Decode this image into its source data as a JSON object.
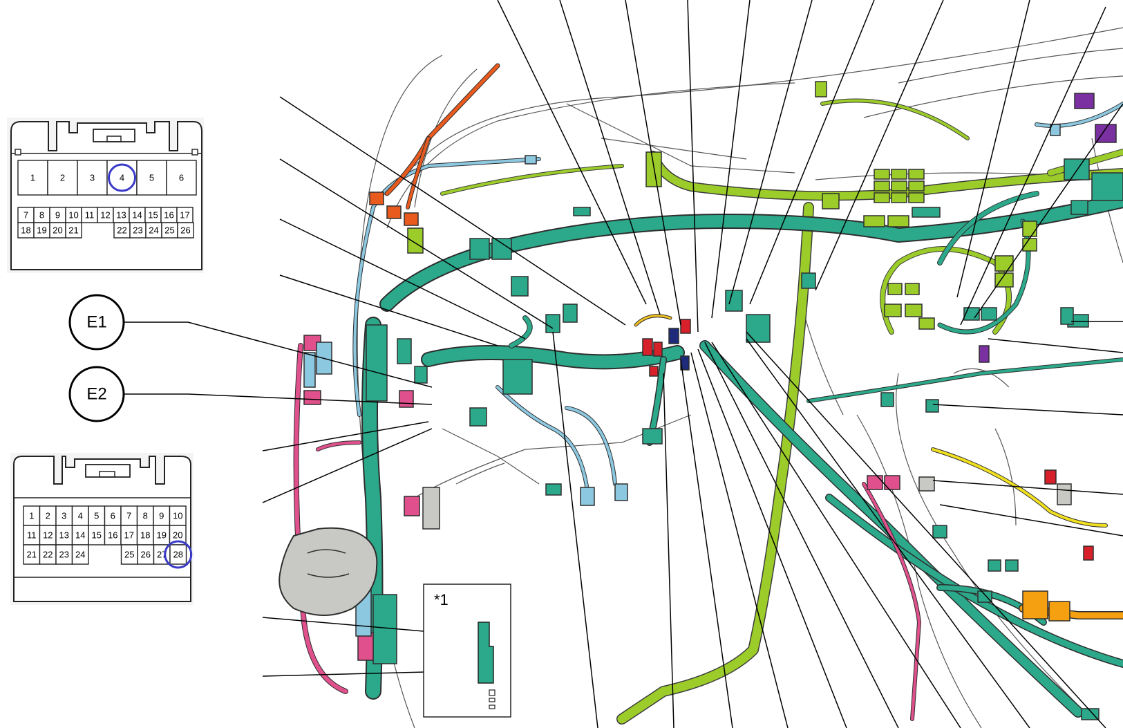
{
  "connector_a": {
    "top_row": [
      "1",
      "2",
      "3",
      "4",
      "5",
      "6"
    ],
    "mid_row": [
      "7",
      "8",
      "9",
      "10",
      "11",
      "12",
      "13",
      "14",
      "15",
      "16",
      "17"
    ],
    "bottom_row_left": [
      "18",
      "19",
      "20",
      "21"
    ],
    "bottom_row_right": [
      "22",
      "23",
      "24",
      "25",
      "26"
    ],
    "highlighted_pin": "4"
  },
  "connector_b": {
    "row1": [
      "1",
      "2",
      "3",
      "4",
      "5",
      "6",
      "7",
      "8",
      "9",
      "10"
    ],
    "row2": [
      "11",
      "12",
      "13",
      "14",
      "15",
      "16",
      "17",
      "18",
      "19",
      "20"
    ],
    "row3_left": [
      "21",
      "22",
      "23",
      "24"
    ],
    "row3_right": [
      "25",
      "26",
      "27",
      "28"
    ],
    "highlighted_pin": "28"
  },
  "callouts": {
    "e1": "E1",
    "e2": "E2"
  },
  "inset_note": "*1",
  "colors": {
    "highlight": "#3a3ac8",
    "teal_harness": "#2ca88a",
    "lime_harness": "#9ccc2a",
    "pink_harness": "#e0508c",
    "blue_harness": "#8cc8e0",
    "orange_harness": "#e85a1e",
    "red_part": "#d8202a",
    "yellow_harness": "#f0e020",
    "purple_part": "#7a30a0",
    "gray_part": "#c8c8c4"
  }
}
